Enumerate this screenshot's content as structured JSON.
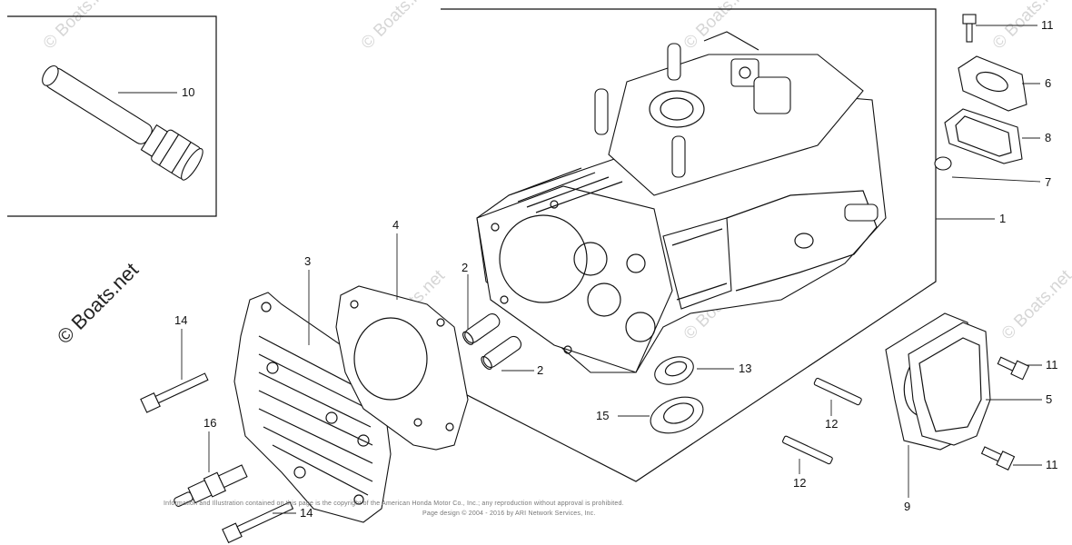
{
  "watermark": {
    "text": "© Boats.net",
    "faint_text": "© Boats.net",
    "color": "#d6d6d6"
  },
  "callouts": {
    "c1": "1",
    "c2a": "2",
    "c2b": "2",
    "c3": "3",
    "c4": "4",
    "c5": "5",
    "c6": "6",
    "c7": "7",
    "c8": "8",
    "c9": "9",
    "c10": "10",
    "c11a": "11",
    "c11b": "11",
    "c11c": "11",
    "c12a": "12",
    "c12b": "12",
    "c13": "13",
    "c14a": "14",
    "c14b": "14",
    "c15": "15",
    "c16": "16"
  },
  "copyright": {
    "line1": "Information and Illustration contained on this page is the copyright of the American Honda Motor Co., Inc.; any reproduction without approval is prohibited.",
    "line2": "Page design © 2004 - 2016 by ARI Network Services, Inc."
  }
}
